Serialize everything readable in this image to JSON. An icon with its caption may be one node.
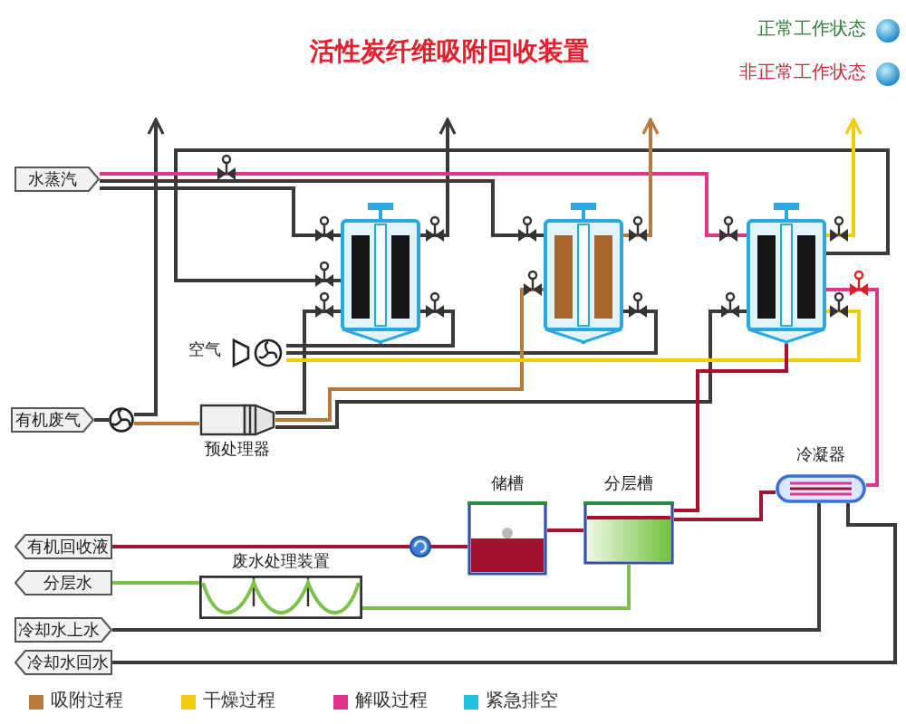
{
  "diagram": {
    "title": "活性炭纤维吸附回收装置",
    "nodes": [
      {
        "text": [
          "水蒸汽"
        ]
      },
      {
        "text": [
          "空气"
        ]
      },
      {
        "text": [
          "有机废气"
        ]
      },
      {
        "text": [],
        "shape": "circle"
      },
      {
        "text": [
          "预处理器"
        ]
      },
      {
        "text": [],
        "shape": "cylinder"
      },
      {
        "text": [],
        "shape": "cylinder"
      },
      {
        "text": [],
        "shape": "cylinder"
      },
      {
        "text": [
          "储槽"
        ]
      },
      {
        "text": [
          "分层槽"
        ]
      },
      {
        "text": [
          "冷凝器"
        ]
      },
      {
        "text": [
          "有机回收液"
        ]
      },
      {
        "text": [
          "分层水"
        ]
      },
      {
        "text": [
          "废水处理装置"
        ]
      },
      {
        "text": [
          "冷却水上水"
        ]
      },
      {
        "text": [
          "冷却水回水"
        ]
      }
    ],
    "edges": [
      {
        "from": 0,
        "to": 7,
        "arrow": "none",
        "color": "#e0368a"
      },
      {
        "from": 0,
        "to": 5,
        "arrow": "none"
      },
      {
        "from": 0,
        "to": 6,
        "arrow": "none"
      },
      {
        "from": 2,
        "to": 3,
        "arrow": "none"
      },
      {
        "from": 3,
        "to": 4,
        "arrow": "none",
        "color": "#b8793a"
      },
      {
        "from": 3,
        "to": null,
        "arrow": "to"
      },
      {
        "from": 4,
        "to": 6,
        "arrow": "none",
        "color": "#b8793a"
      },
      {
        "from": 4,
        "to": 5,
        "arrow": "none"
      },
      {
        "from": 4,
        "to": 7,
        "arrow": "none"
      },
      {
        "from": 1,
        "to": 7,
        "arrow": "none",
        "color": "#f2cc0c"
      },
      {
        "from": 1,
        "to": 5,
        "arrow": "none"
      },
      {
        "from": 1,
        "to": 6,
        "arrow": "none"
      },
      {
        "from": 5,
        "to": null,
        "arrow": "to"
      },
      {
        "from": 6,
        "to": null,
        "arrow": "to",
        "color": "#b8793a"
      },
      {
        "from": 7,
        "to": null,
        "arrow": "to",
        "color": "#f2cc0c"
      },
      {
        "from": 7,
        "to": 10,
        "arrow": "none",
        "color": "#e0368a"
      },
      {
        "from": 10,
        "to": 9,
        "arrow": "none",
        "color": "#a3122e"
      },
      {
        "from": 7,
        "to": 9,
        "arrow": "none",
        "color": "#a3122e"
      },
      {
        "from": 9,
        "to": 8,
        "arrow": "none",
        "color": "#a3122e"
      },
      {
        "from": 8,
        "to": 11,
        "arrow": "none",
        "color": "#a3122e"
      },
      {
        "from": 9,
        "to": 13,
        "arrow": "none",
        "color": "#7cc24a"
      },
      {
        "from": 13,
        "to": 12,
        "arrow": "none",
        "color": "#7cc24a"
      },
      {
        "from": 14,
        "to": 10,
        "arrow": "none"
      },
      {
        "from": 10,
        "to": 15,
        "arrow": "none"
      },
      {
        "from": 5,
        "to": 7,
        "arrow": "none"
      }
    ],
    "labels": [
      "正常工作状态",
      "非正常工作状态"
    ],
    "legend": [
      {
        "text": "吸附过程",
        "color": "#b8793a"
      },
      {
        "text": "干燥过程",
        "color": "#f2cc0c"
      },
      {
        "text": "解吸过程",
        "color": "#e0368a"
      },
      {
        "text": "紧急排空",
        "color": "#22c3dc"
      }
    ]
  }
}
